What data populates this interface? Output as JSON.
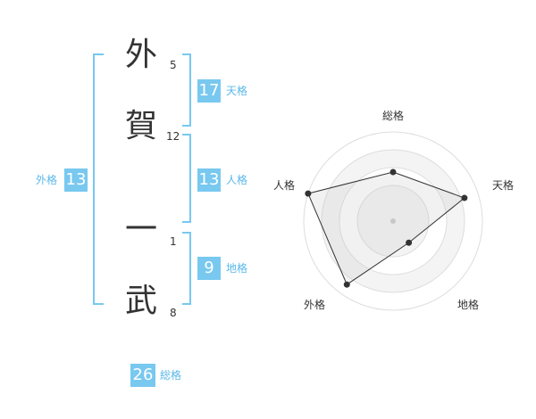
{
  "name": {
    "chars": [
      {
        "char": "外",
        "strokes": "5"
      },
      {
        "char": "賀",
        "strokes": "12"
      },
      {
        "char": "一",
        "strokes": "1"
      },
      {
        "char": "武",
        "strokes": "8"
      }
    ]
  },
  "kaku": {
    "tenkaku": {
      "value": "17",
      "label": "天格"
    },
    "jinkaku": {
      "value": "13",
      "label": "人格"
    },
    "chikaku": {
      "value": "9",
      "label": "地格"
    },
    "gaikaku": {
      "value": "13",
      "label": "外格"
    },
    "soukaku": {
      "value": "26",
      "label": "総格"
    }
  },
  "accent_color": "#78c8f0",
  "radar": {
    "axes": [
      "総格",
      "天格",
      "地格",
      "外格",
      "人格"
    ],
    "values": [
      0.55,
      0.84,
      0.3,
      0.88,
      1.0
    ]
  }
}
